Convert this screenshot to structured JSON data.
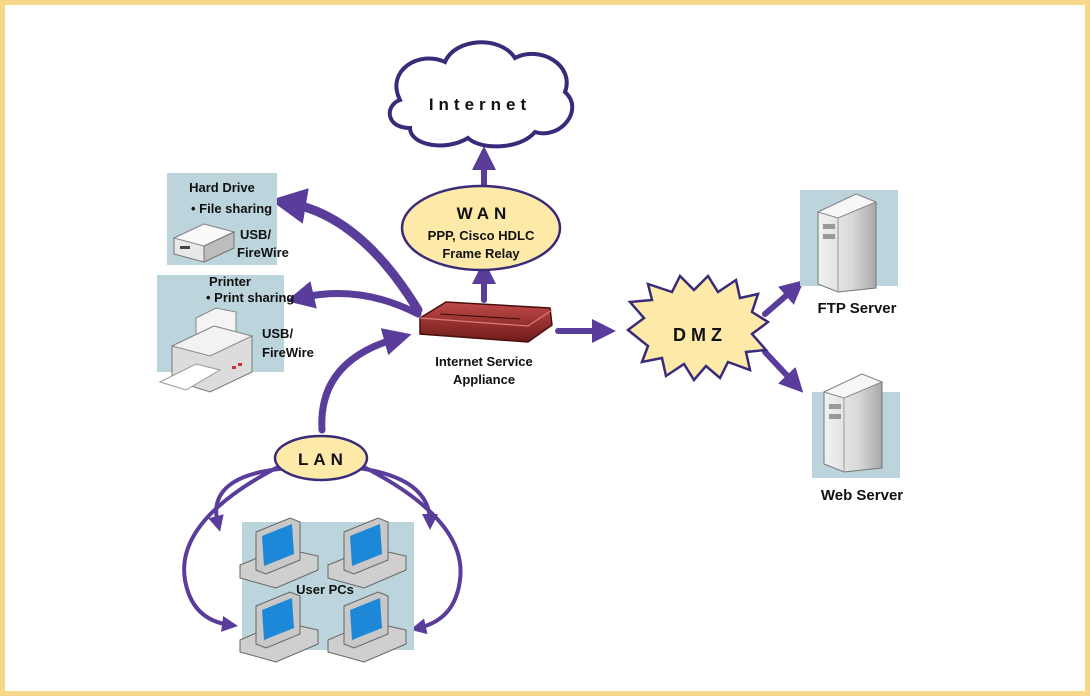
{
  "colors": {
    "arrow": "#5a3d9a",
    "bubble_fill": "#fde9a8",
    "device_backdrop": "#bcd4dc",
    "frame": "#f7d88a",
    "router": "#9b2c2c",
    "screen": "#1e88d8"
  },
  "nodes": {
    "internet": "Internet",
    "wan": {
      "title": "WAN",
      "line1": "PPP, Cisco HDLC",
      "line2": "Frame Relay"
    },
    "appliance": {
      "line1": "Internet Service",
      "line2": "Appliance"
    },
    "dmz": "DMZ",
    "lan": "LAN",
    "ftp_server": "FTP Server",
    "web_server": "Web Server",
    "user_pcs": "User PCs",
    "hard_drive": {
      "title": "Hard Drive",
      "feature": "• File sharing",
      "port1": "USB/",
      "port2": "FireWire"
    },
    "printer": {
      "title": "Printer",
      "feature": "• Print sharing",
      "port1": "USB/",
      "port2": "FireWire"
    }
  }
}
